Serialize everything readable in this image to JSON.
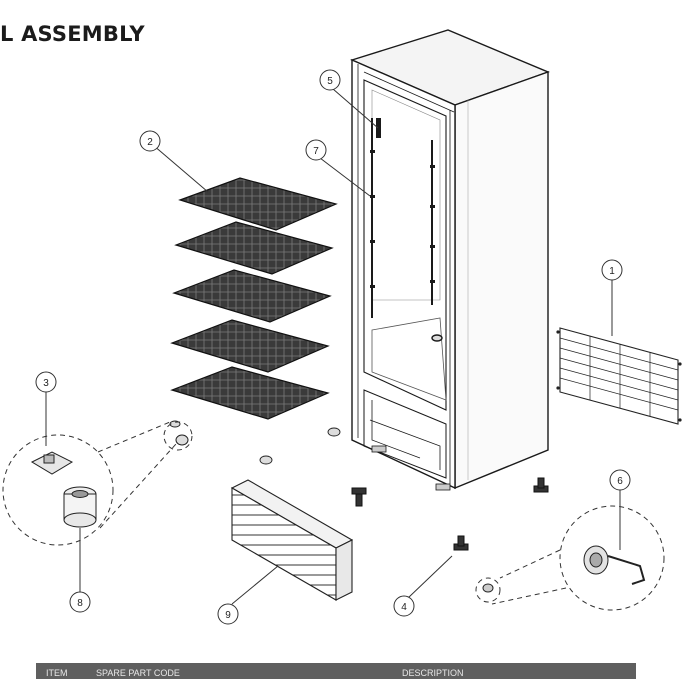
{
  "header": {
    "title": "L ASSEMBLY",
    "top_text": "— — — — — — — — — — — —"
  },
  "callouts": [
    {
      "id": "1",
      "part": "rear-grille"
    },
    {
      "id": "2",
      "part": "wire-shelves"
    },
    {
      "id": "3",
      "part": "shelf-clip"
    },
    {
      "id": "4",
      "part": "leveling-foot"
    },
    {
      "id": "5",
      "part": "door-hinge"
    },
    {
      "id": "6",
      "part": "door-lock"
    },
    {
      "id": "7",
      "part": "shelf-support-rail"
    },
    {
      "id": "8",
      "part": "caster-cap"
    },
    {
      "id": "9",
      "part": "kick-plate"
    }
  ],
  "table": {
    "headers": [
      "ITEM",
      "SPARE PART CODE",
      "DESCRIPTION"
    ]
  }
}
